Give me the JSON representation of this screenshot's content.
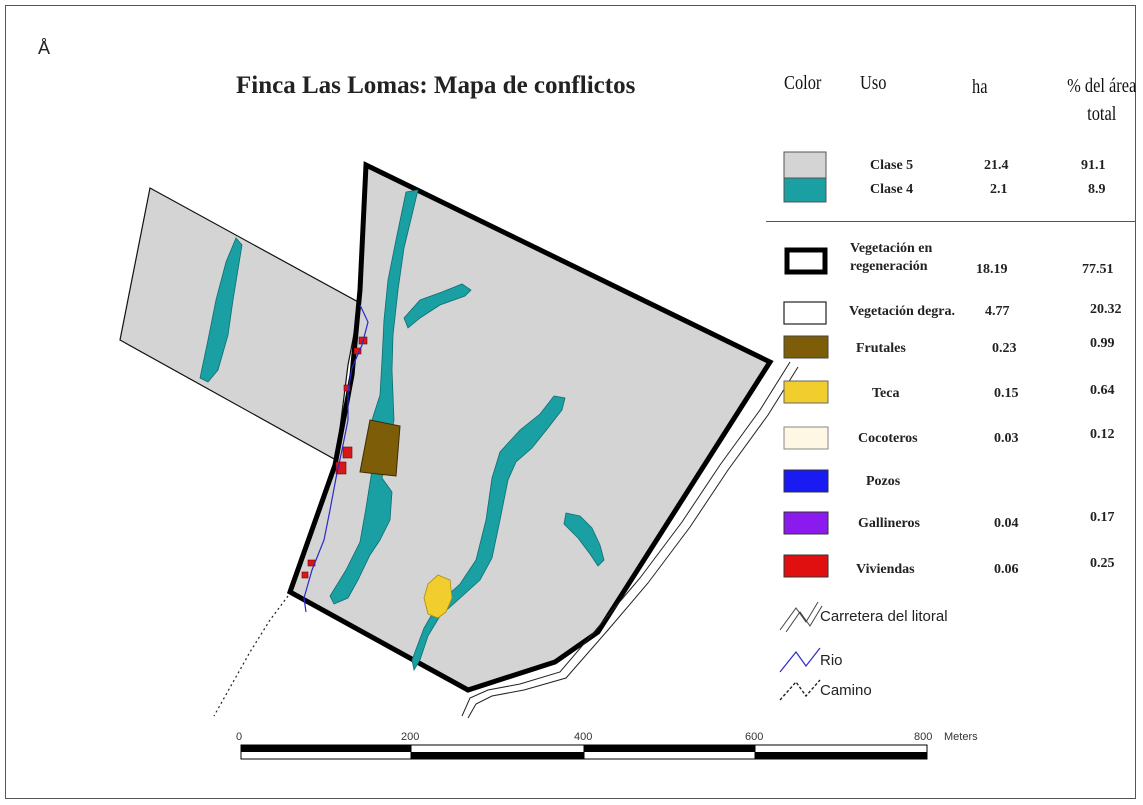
{
  "map": {
    "title": "Finca Las Lomas: Mapa de conflictos",
    "north_symbol": "Å"
  },
  "legend": {
    "headers": {
      "color": "Color",
      "uso": "Uso",
      "ha": "ha",
      "pct": "% del área total"
    },
    "rows": [
      {
        "uso": "Clase 5",
        "ha": "21.4",
        "pct": "91.1",
        "fill": "#d4d4d4"
      },
      {
        "uso": "Clase 4",
        "ha": "2.1",
        "pct": "8.9",
        "fill": "#1a9fa3"
      },
      {
        "uso": "Vegetación en regeneración",
        "ha": "18.19",
        "pct": "77.51",
        "fill": "#ffffff"
      },
      {
        "uso": "Vegetación degra.",
        "ha": "4.77",
        "pct": "20.32",
        "fill": "#ffffff"
      },
      {
        "uso": "Frutales",
        "ha": "0.23",
        "pct": "0.99",
        "fill": "#7d5d08"
      },
      {
        "uso": "Teca",
        "ha": "0.15",
        "pct": "0.64",
        "fill": "#f2cd2e"
      },
      {
        "uso": "Cocoteros",
        "ha": "0.03",
        "pct": "0.12",
        "fill": "#fdf7e4"
      },
      {
        "uso": "Pozos",
        "ha": "",
        "pct": "",
        "fill": "#1a1af2"
      },
      {
        "uso": "Gallineros",
        "ha": "0.04",
        "pct": "0.17",
        "fill": "#8b1aee"
      },
      {
        "uso": "Viviendas",
        "ha": "0.06",
        "pct": "0.25",
        "fill": "#e01010"
      }
    ],
    "lines": [
      {
        "label": "Carretera del litoral"
      },
      {
        "label": "Rio"
      },
      {
        "label": "Camino"
      }
    ]
  },
  "scale": {
    "ticks": [
      "0",
      "200",
      "400",
      "600",
      "800"
    ],
    "unit": "Meters"
  },
  "colors": {
    "clase5": "#d4d4d4",
    "clase4": "#1a9fa3",
    "frutales": "#7d5d08",
    "teca": "#f2cd2e",
    "viviendas": "#d81818",
    "rio": "#2a2ac8"
  }
}
